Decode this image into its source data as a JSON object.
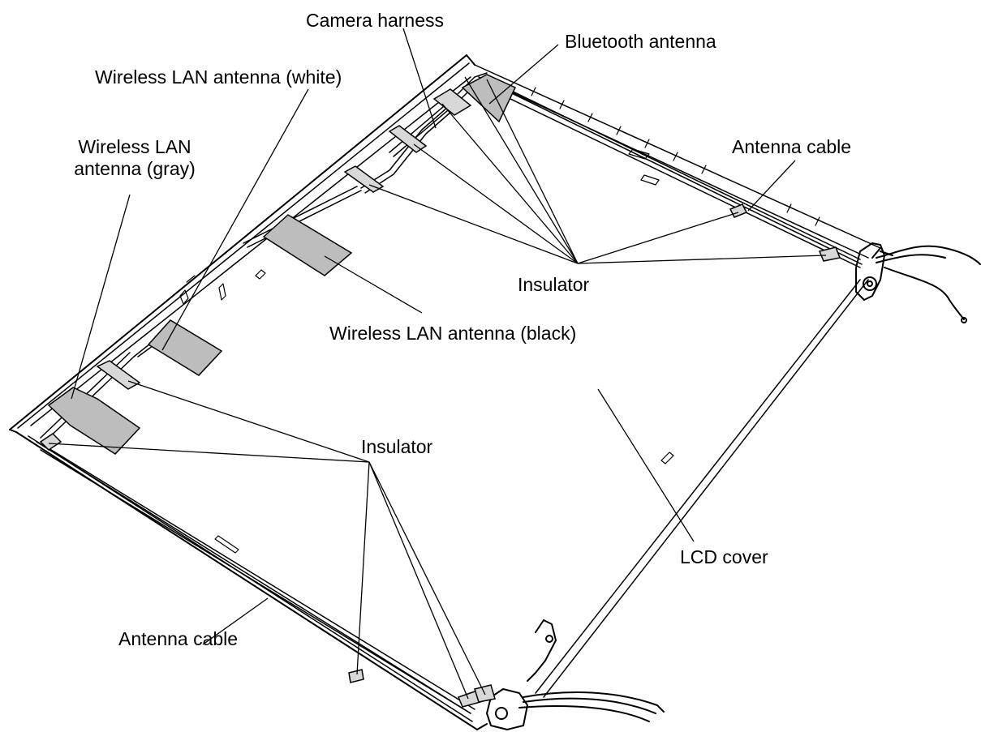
{
  "labels": {
    "camera_harness": "Camera harness",
    "bluetooth_antenna": "Bluetooth antenna",
    "wlan_white": "Wireless LAN antenna (white)",
    "wlan_gray_line1": "Wireless LAN",
    "wlan_gray_line2": "antenna (gray)",
    "antenna_cable_top": "Antenna cable",
    "insulator_top": "Insulator",
    "wlan_black": "Wireless LAN antenna (black)",
    "insulator_bottom": "Insulator",
    "lcd_cover": "LCD cover",
    "antenna_cable_bottom": "Antenna cable"
  }
}
